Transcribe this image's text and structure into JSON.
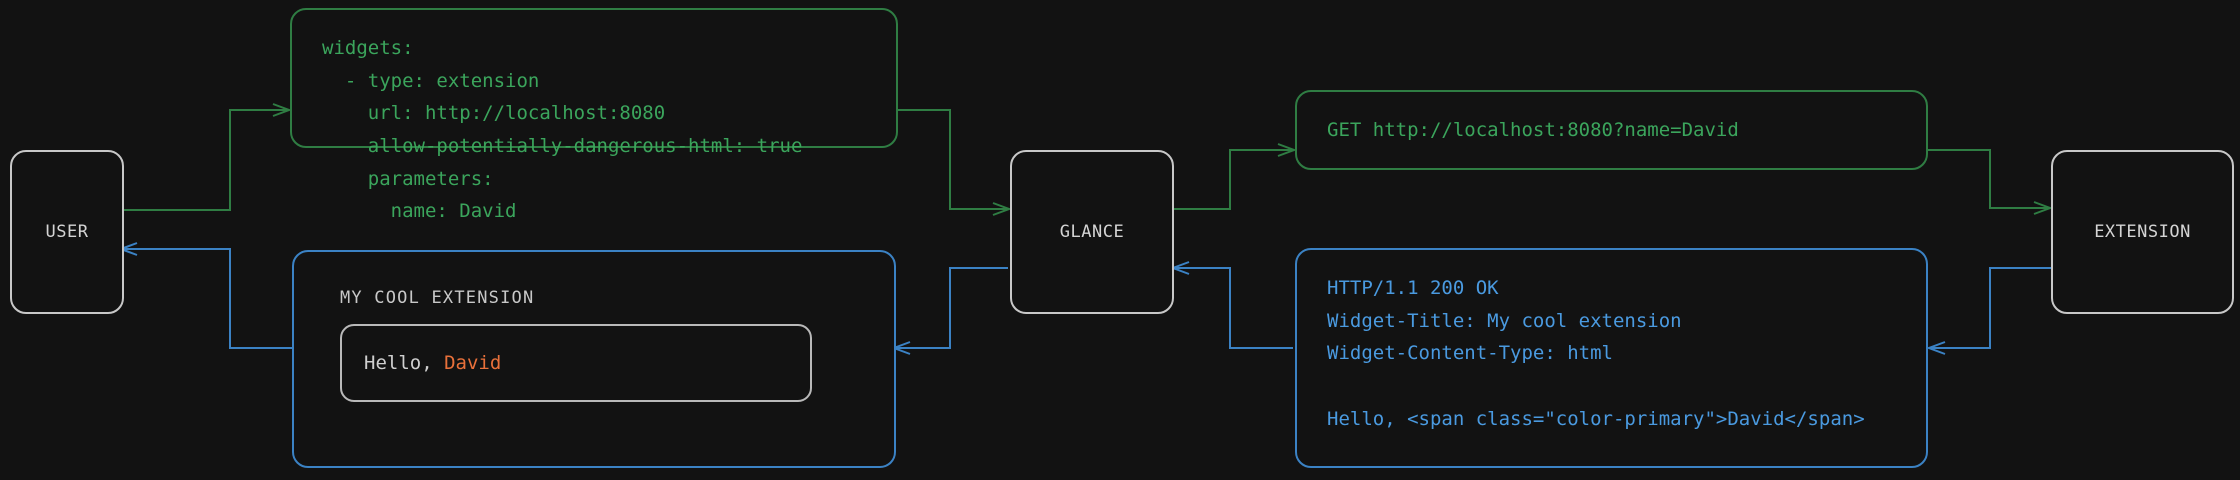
{
  "diagram": {
    "title": "Glance extension widget request flow",
    "background_color": "#121212",
    "colors": {
      "request_green": "#3ba55c",
      "response_blue": "#4a9ae0",
      "node_border": "#c8c8c8",
      "accent_primary": "#e8703a"
    }
  },
  "nodes": {
    "user": {
      "label": "USER"
    },
    "glance": {
      "label": "GLANCE"
    },
    "extension": {
      "label": "EXTENSION"
    }
  },
  "messages": {
    "yaml_config": {
      "text": "widgets:\n  - type: extension\n    url: http://localhost:8080\n    allow-potentially-dangerous-html: true\n    parameters:\n      name: David"
    },
    "http_request": {
      "text": "GET http://localhost:8080?name=David"
    },
    "http_response": {
      "text": "HTTP/1.1 200 OK\nWidget-Title: My cool extension\nWidget-Content-Type: html\n\nHello, <span class=\"color-primary\">David</span>"
    }
  },
  "rendered_widget": {
    "title": "MY COOL EXTENSION",
    "greeting_prefix": "Hello, ",
    "greeting_name": "David"
  }
}
